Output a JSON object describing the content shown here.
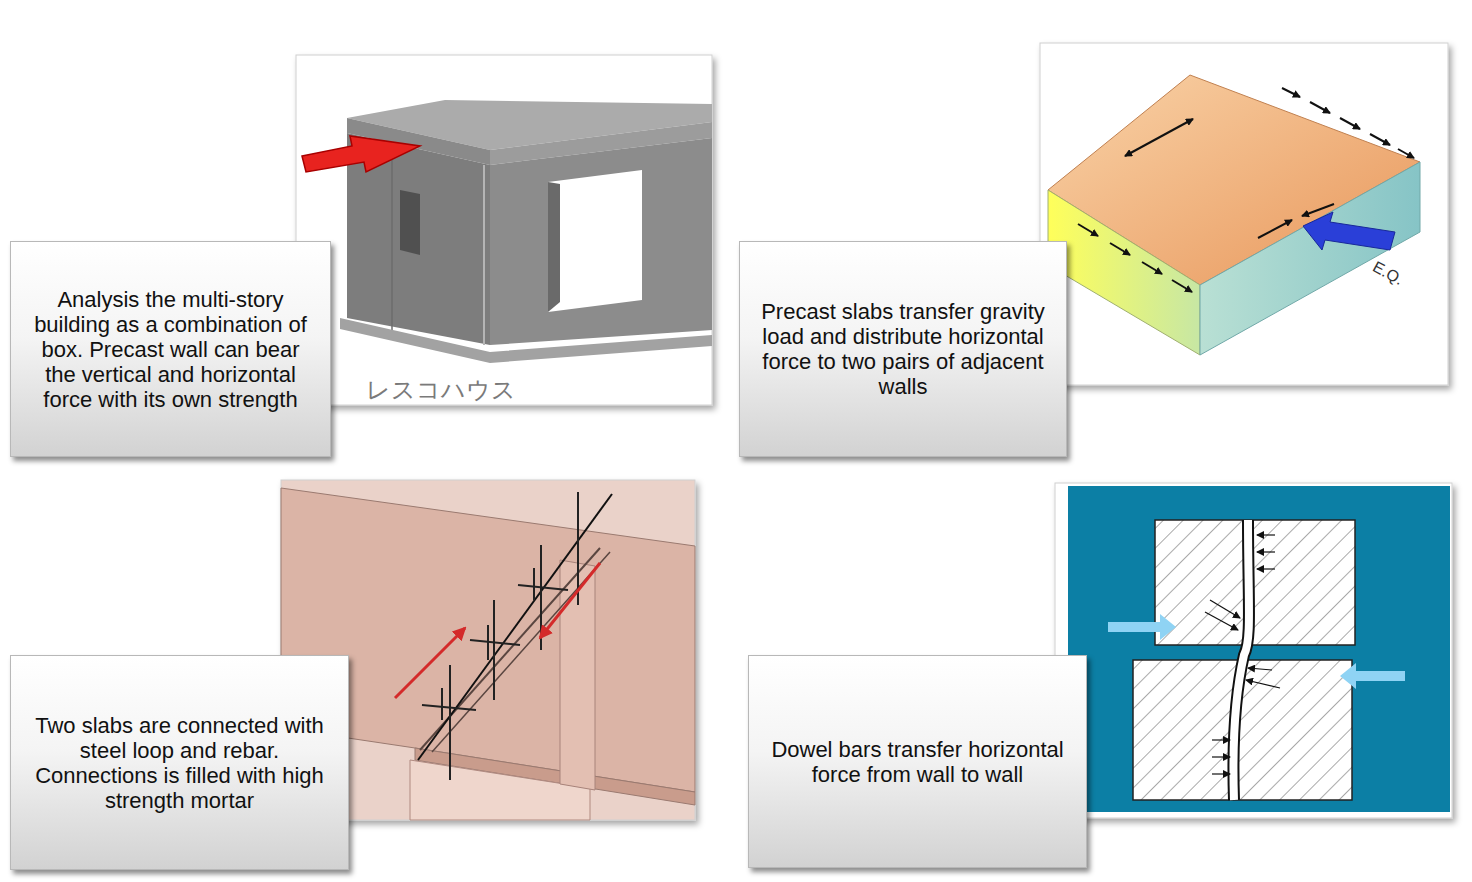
{
  "diagram": {
    "nodes": [
      {
        "text": [
          "Analysis the multi-story building as a combination of box. Precast wall can bear the vertical and horizontal force with its own strength"
        ]
      },
      {
        "text": [
          "Precast slabs transfer gravity load and distribute horizontal force to two pairs of adjacent walls"
        ]
      },
      {
        "text": [
          "Two slabs are connected with steel loop and rebar. Connections is filled with high strength mortar"
        ]
      },
      {
        "text": [
          "Dowel bars transfer horizontal force from wall to wall"
        ]
      }
    ],
    "labels": [
      "レスコハウス",
      "E.Q."
    ]
  }
}
